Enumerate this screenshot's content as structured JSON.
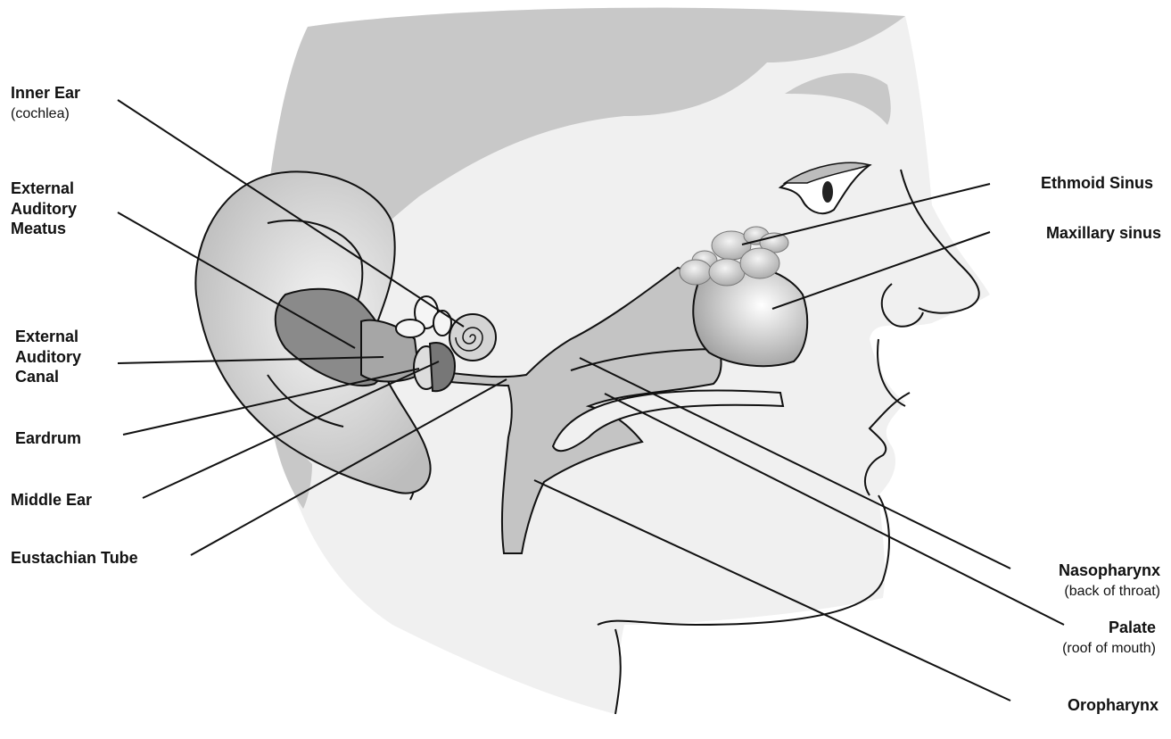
{
  "labels_left": {
    "inner_ear": {
      "main": "Inner Ear",
      "sub": "(cochlea)"
    },
    "external_auditory_meatus": {
      "line1": "External",
      "line2": "Auditory",
      "line3": "Meatus"
    },
    "external_auditory_canal": {
      "line1": "External",
      "line2": "Auditory",
      "line3": "Canal"
    },
    "eardrum": {
      "main": "Eardrum"
    },
    "middle_ear": {
      "main": "Middle Ear"
    },
    "eustachian_tube": {
      "main": "Eustachian Tube"
    }
  },
  "labels_right": {
    "ethmoid_sinus": {
      "main": "Ethmoid Sinus"
    },
    "maxillary_sinus": {
      "main": "Maxillary sinus"
    },
    "nasopharynx": {
      "main": "Nasopharynx",
      "sub": "(back of throat)"
    },
    "palate": {
      "main": "Palate",
      "sub": "(roof of mouth)"
    },
    "oropharynx": {
      "main": "Oropharynx"
    }
  },
  "colors": {
    "skin": "#f0f0f0",
    "hair": "#c8c8c8",
    "outline": "#111111",
    "airway": "#c4c4c4",
    "sinus": "#d0d0d0",
    "ear_inner": "#8a8a8a"
  }
}
